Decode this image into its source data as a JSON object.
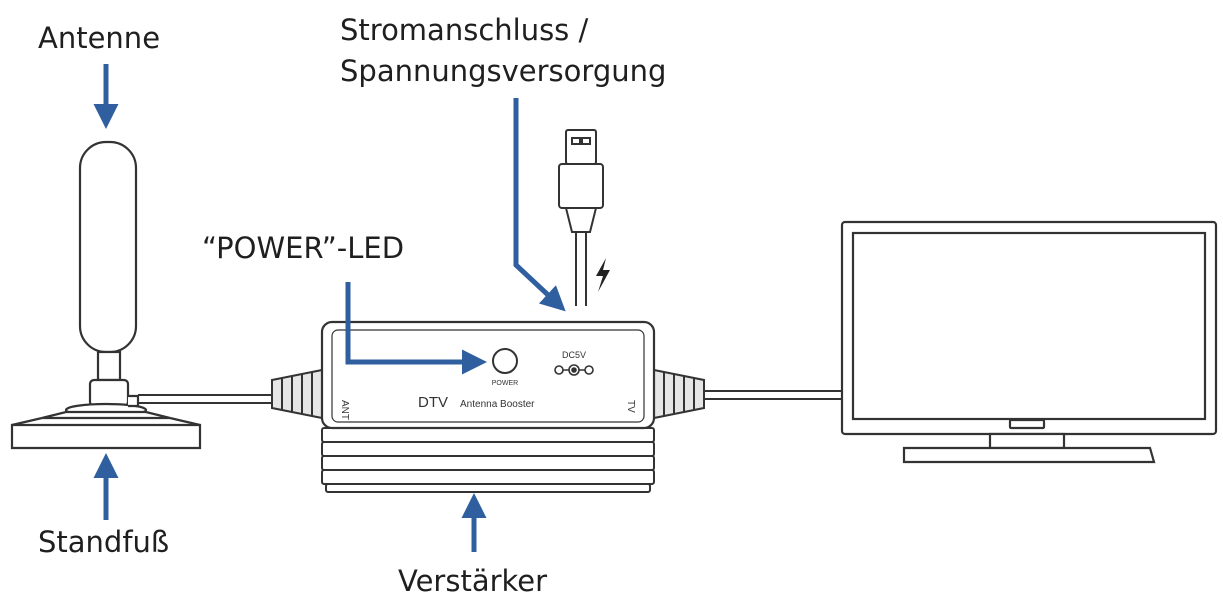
{
  "labels": {
    "antenna": "Antenne",
    "stand": "Standfuß",
    "power_line1": "Stromanschluss /",
    "power_line2": "Spannungsversorgung",
    "power_led": "“POWER”-LED",
    "amplifier": "Verstärker"
  },
  "device_text": {
    "ant": "ANT",
    "tv": "TV",
    "dtv": "DTV",
    "product": "Antenna Booster",
    "power": "POWER",
    "dc": "DC5V"
  },
  "colors": {
    "arrow": "#2f5f9e",
    "line": "#333333",
    "fill": "#ffffff",
    "fin": "#e6e6e6"
  }
}
